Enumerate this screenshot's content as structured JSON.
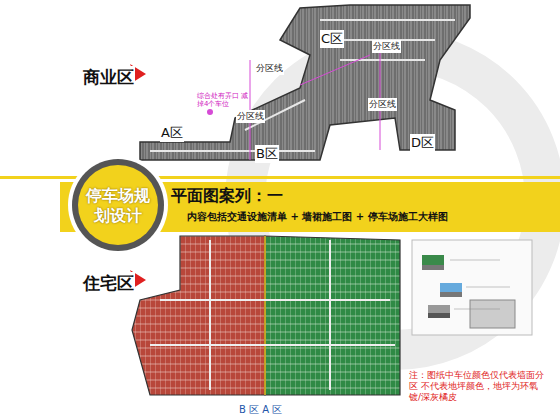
{
  "diagram": {
    "nodes": [
      {
        "text": [
          "平面图案列：一",
          "内容包括交通设施清单 + 墙裙施工图 + 停车场施工大样图"
        ]
      },
      {
        "text": [
          "停车场规划设计"
        ]
      }
    ],
    "labels": [
      "分区线",
      "C区",
      "商业区",
      "分区线",
      "综合处有弄口 减掉4个车位",
      "分区线",
      "分区线",
      "A区",
      "B区",
      "D区",
      "住宅区",
      "B 区 A 区",
      "注：图纸中车位颜色仅代表墙面分区 不代表地坪颜色，地坪为环氧镀/深灰橘皮"
    ]
  }
}
